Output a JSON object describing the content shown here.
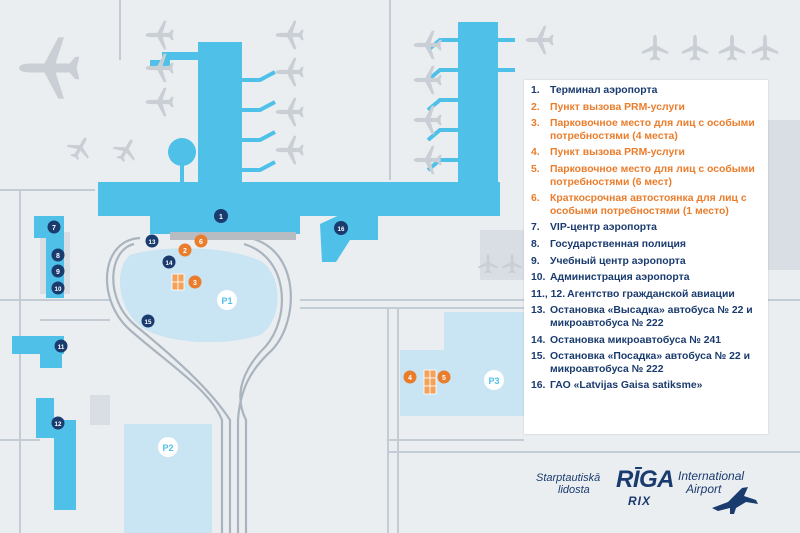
{
  "legend": {
    "items": [
      {
        "num": "1.",
        "text": "Терминал аэропорта",
        "tone": "blue"
      },
      {
        "num": "2.",
        "text": "Пункт вызова PRM-услуги",
        "tone": "orange"
      },
      {
        "num": "3.",
        "text": "Парковочное место для лиц с особыми потребностями (4 места)",
        "tone": "orange"
      },
      {
        "num": "4.",
        "text": "Пункт вызова PRM-услуги",
        "tone": "orange"
      },
      {
        "num": "5.",
        "text": "Парковочное место для лиц с особыми потребностями (6 мест)",
        "tone": "orange"
      },
      {
        "num": "6.",
        "text": "Краткосрочная автостоянка для лиц с особыми потребностями (1 место)",
        "tone": "orange"
      },
      {
        "num": "7.",
        "text": "VIP-центр аэропорта",
        "tone": "blue"
      },
      {
        "num": "8.",
        "text": "Государственная полиция",
        "tone": "blue"
      },
      {
        "num": "9.",
        "text": "Учебный центр аэропорта",
        "tone": "blue"
      },
      {
        "num": "10.",
        "text": "Администрация аэропорта",
        "tone": "blue"
      },
      {
        "num": "11., 12.",
        "text": "Агентство гражданской авиации",
        "tone": "blue"
      },
      {
        "num": "13.",
        "text": "Остановка «Высадка» автобуса № 22 и микроавтобуса № 222",
        "tone": "blue"
      },
      {
        "num": "14.",
        "text": "Остановка микроавтобуса № 241",
        "tone": "blue"
      },
      {
        "num": "15.",
        "text": "Остановка «Посадка» автобуса № 22 и микроавтобуса № 222",
        "tone": "blue"
      },
      {
        "num": "16.",
        "text": "ГАО «Latvijas Gaisa satiksme»",
        "tone": "blue"
      }
    ]
  },
  "markers": [
    {
      "id": "1",
      "kind": "navy"
    },
    {
      "id": "2",
      "kind": "orange"
    },
    {
      "id": "3",
      "kind": "orange"
    },
    {
      "id": "4",
      "kind": "orange"
    },
    {
      "id": "5",
      "kind": "orange"
    },
    {
      "id": "6",
      "kind": "orange"
    },
    {
      "id": "7",
      "kind": "navy"
    },
    {
      "id": "8",
      "kind": "navy"
    },
    {
      "id": "9",
      "kind": "navy"
    },
    {
      "id": "10",
      "kind": "navy"
    },
    {
      "id": "11",
      "kind": "navy"
    },
    {
      "id": "12",
      "kind": "navy"
    },
    {
      "id": "13",
      "kind": "navy"
    },
    {
      "id": "14",
      "kind": "navy"
    },
    {
      "id": "15",
      "kind": "navy"
    },
    {
      "id": "16",
      "kind": "navy"
    }
  ],
  "parking": [
    {
      "label": "P1"
    },
    {
      "label": "P2"
    },
    {
      "label": "P3"
    }
  ],
  "logo": {
    "line1": "Starptautiskā",
    "line2": "lidosta",
    "name": "RĪGA",
    "right1": "International",
    "right2": "Airport",
    "code": "RIX"
  },
  "colors": {
    "terminal": "#4fc1e9",
    "parking_fill": "#c9e4f3",
    "marker_navy": "#1a3b6e",
    "marker_orange": "#ea7d2c",
    "background": "#eaeef1",
    "road": "#b9c2cb"
  }
}
